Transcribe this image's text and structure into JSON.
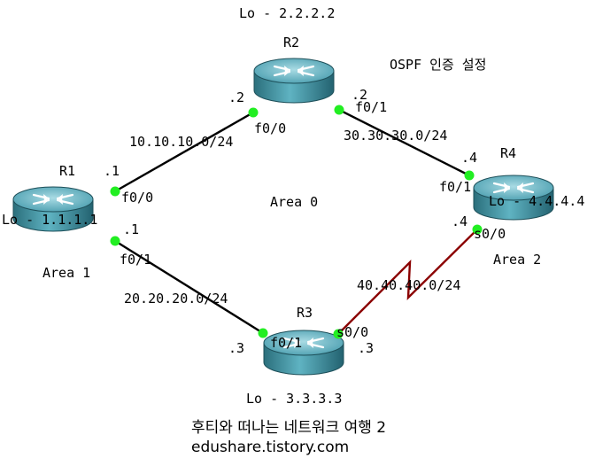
{
  "title": "OSPF 인증 설정",
  "footer": {
    "line1": "후티와 떠나는 네트워크 여행 2",
    "line2": "edushare.tistory.com"
  },
  "areas": {
    "area0": "Area 0",
    "area1": "Area 1",
    "area2": "Area 2"
  },
  "routers": {
    "r1": {
      "name": "R1",
      "loopback": "Lo - 1.1.1.1"
    },
    "r2": {
      "name": "R2",
      "loopback": "Lo - 2.2.2.2"
    },
    "r3": {
      "name": "R3",
      "loopback": "Lo - 3.3.3.3"
    },
    "r4": {
      "name": "R4",
      "loopback": "Lo - 4.4.4.4"
    }
  },
  "links": {
    "r1_r2": {
      "network": "10.10.10.0/24",
      "r1_if": "f0/0",
      "r1_host": ".1",
      "r2_if": "f0/0",
      "r2_host": ".2"
    },
    "r1_r3": {
      "network": "20.20.20.0/24",
      "r1_if": "f0/1",
      "r1_host": ".1",
      "r3_if": "f0/1",
      "r3_host": ".3"
    },
    "r2_r4": {
      "network": "30.30.30.0/24",
      "r2_if": "f0/1",
      "r2_host": ".2",
      "r4_if": "f0/1",
      "r4_host": ".4"
    },
    "r3_r4": {
      "network": "40.40.40.0/24",
      "r3_if": "s0/0",
      "r3_host": ".3",
      "r4_if": "s0/0",
      "r4_host": ".4"
    }
  },
  "colors": {
    "ethernet": "#000000",
    "serial": "#8b0000",
    "port": "#22ee22",
    "router": "#3f97a7"
  }
}
